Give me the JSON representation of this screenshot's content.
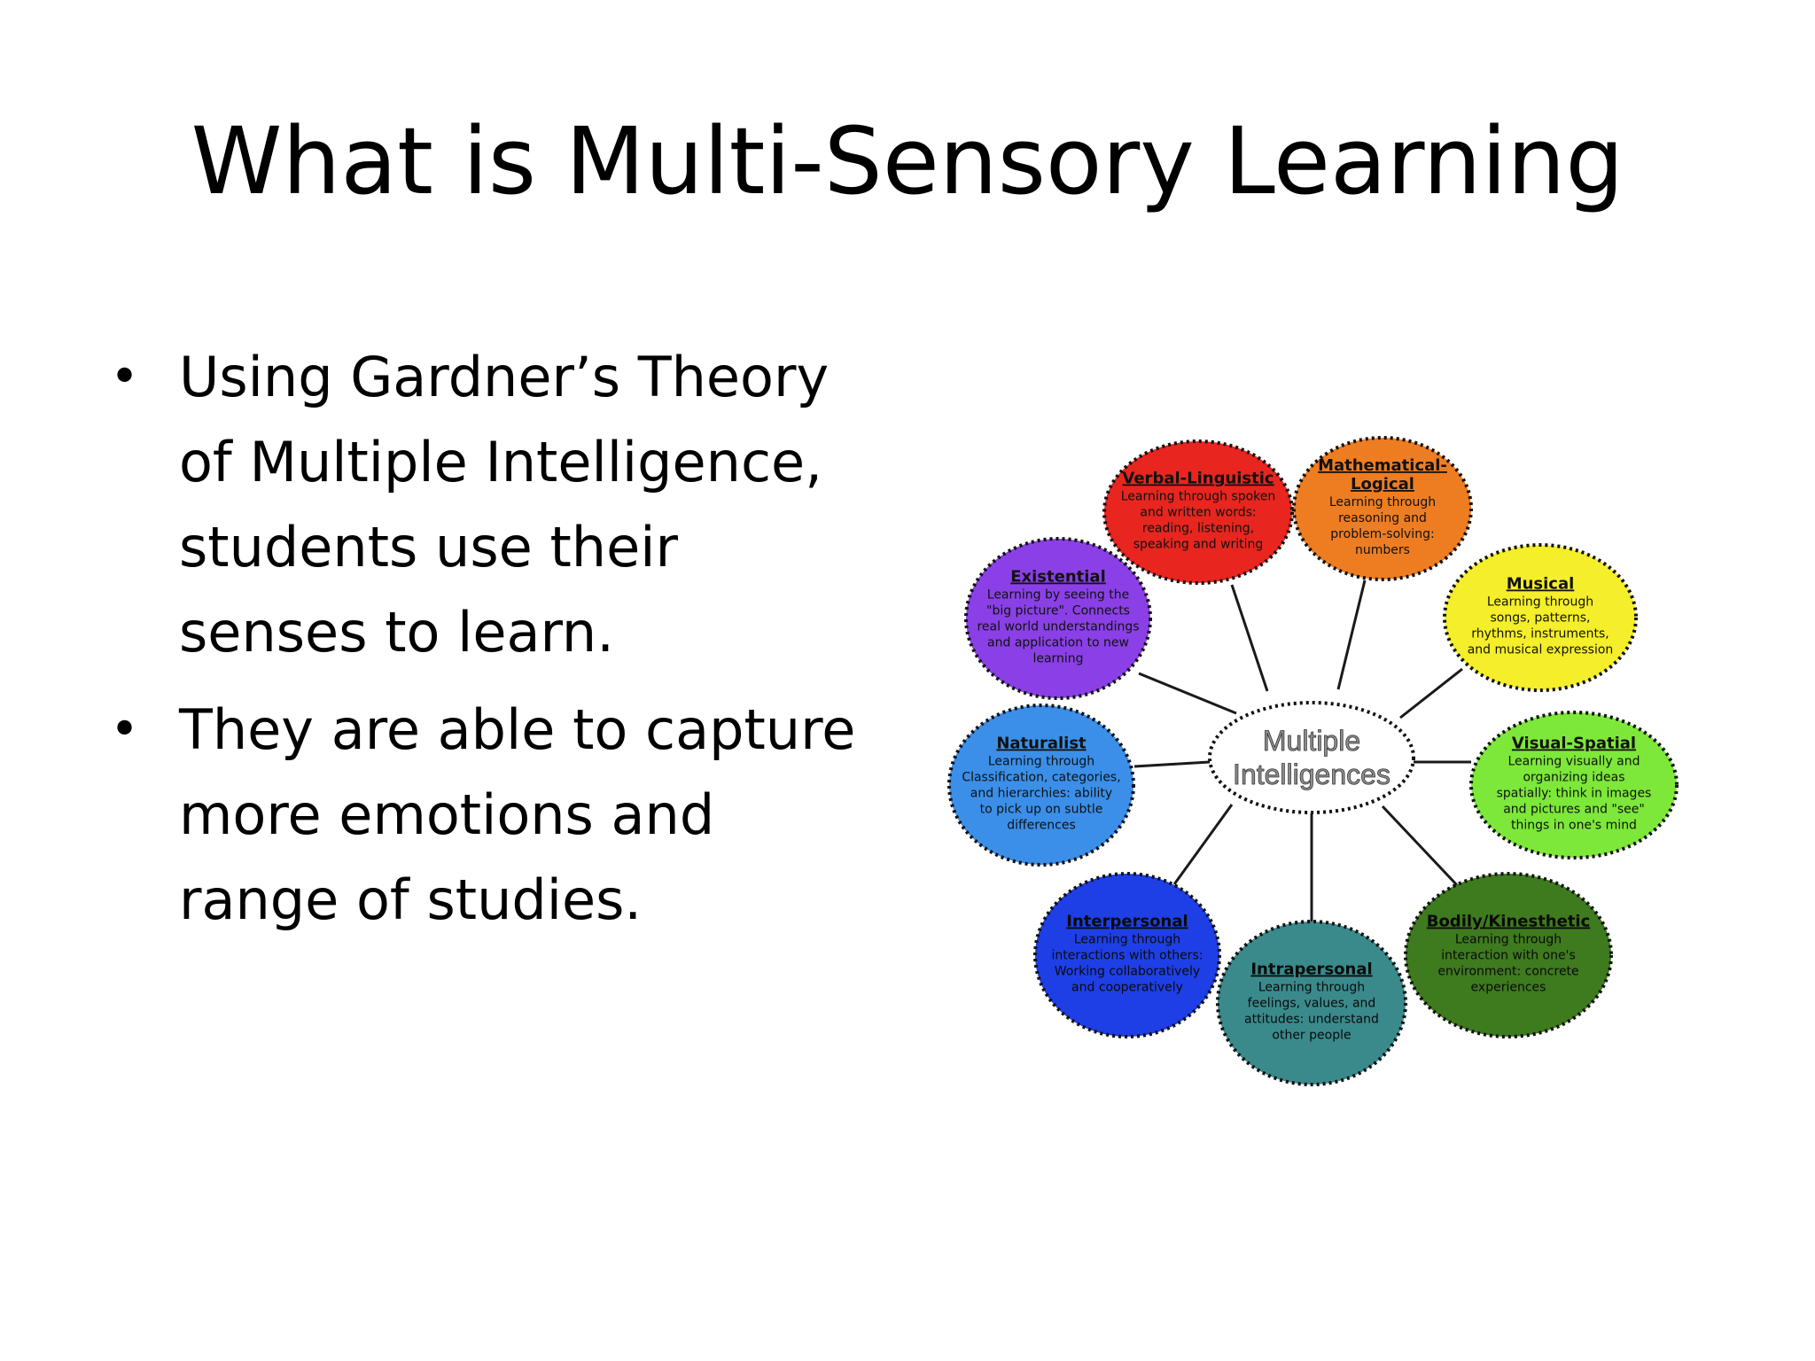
{
  "slide": {
    "title": "What is Multi-Sensory Learning",
    "bullets": [
      {
        "lines": [
          "Using Gardner’s Theory",
          "of Multiple Intelligence,",
          "students use their",
          "senses to learn."
        ]
      },
      {
        "lines": [
          "They are able to capture",
          "more emotions and",
          "range of studies."
        ]
      }
    ]
  },
  "diagram": {
    "center": {
      "lines": [
        "Multiple",
        "Intelligences"
      ]
    },
    "nodes": [
      {
        "key": "verbal",
        "color": "#e8251f",
        "title_lines": [
          "Verbal-Linguistic"
        ],
        "desc_lines": [
          "Learning through spoken",
          "and written words:",
          "reading, listening,",
          "speaking and writing"
        ]
      },
      {
        "key": "math",
        "color": "#ee7d22",
        "title_lines": [
          "Mathematical-",
          "Logical"
        ],
        "desc_lines": [
          "Learning through",
          "reasoning and",
          "problem-solving:",
          "numbers"
        ]
      },
      {
        "key": "musical",
        "color": "#f5ee2a",
        "title_lines": [
          "Musical"
        ],
        "desc_lines": [
          "Learning through",
          "songs, patterns,",
          "rhythms, instruments,",
          "and musical expression"
        ]
      },
      {
        "key": "visual",
        "color": "#7de83a",
        "title_lines": [
          "Visual-Spatial"
        ],
        "desc_lines": [
          "Learning visually and",
          "organizing ideas",
          "spatially: think in images",
          "and pictures and \"see\"",
          "things in one's mind"
        ]
      },
      {
        "key": "bodily",
        "color": "#3e7a1e",
        "title_lines": [
          "Bodily/Kinesthetic"
        ],
        "desc_lines": [
          "Learning through",
          "interaction with one's",
          "environment: concrete",
          "experiences"
        ]
      },
      {
        "key": "intra",
        "color": "#3a8a8c",
        "title_lines": [
          "Intrapersonal"
        ],
        "desc_lines": [
          "Learning through",
          "feelings, values, and",
          "attitudes: understand",
          "other people"
        ]
      },
      {
        "key": "inter",
        "color": "#1e3fe6",
        "title_lines": [
          "Interpersonal"
        ],
        "desc_lines": [
          "Learning through",
          "interactions with others:",
          "Working collaboratively",
          "and cooperatively"
        ]
      },
      {
        "key": "naturalist",
        "color": "#3b8fe8",
        "title_lines": [
          "Naturalist"
        ],
        "desc_lines": [
          "Learning through",
          "Classification, categories,",
          "and hierarchies: ability",
          "to pick up on subtle",
          "differences"
        ]
      },
      {
        "key": "existential",
        "color": "#8a40e6",
        "title_lines": [
          "Existential"
        ],
        "desc_lines": [
          "Learning by seeing the",
          "\"big picture\". Connects",
          "real world understandings",
          "and application to new",
          "learning"
        ]
      }
    ]
  }
}
